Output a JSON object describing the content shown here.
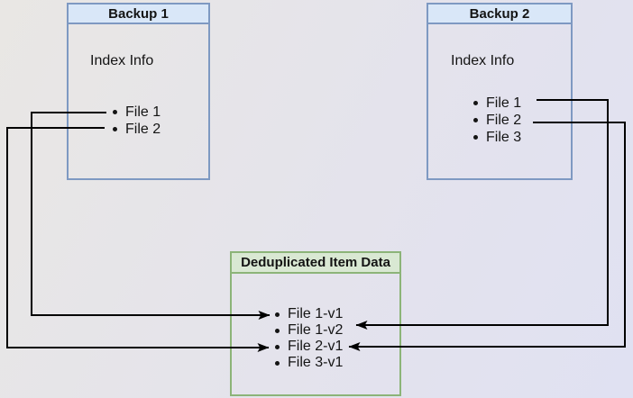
{
  "diagram": {
    "backup1": {
      "title": "Backup 1",
      "subtitle": "Index Info",
      "files": [
        "File 1",
        "File 2"
      ]
    },
    "backup2": {
      "title": "Backup 2",
      "subtitle": "Index Info",
      "files": [
        "File 1",
        "File 2",
        "File 3"
      ]
    },
    "dedup": {
      "title": "Deduplicated Item Data",
      "items": [
        "File 1-v1",
        "File 1-v2",
        "File 2-v1",
        "File 3-v1"
      ]
    },
    "connections": [
      {
        "from": "Backup 1 / File 1",
        "to": "Deduplicated Item Data / File 1-v1"
      },
      {
        "from": "Backup 1 / File 2",
        "to": "Deduplicated Item Data / File 2-v1"
      },
      {
        "from": "Backup 2 / File 1",
        "to": "Deduplicated Item Data / File 1-v2"
      },
      {
        "from": "Backup 2 / File 2",
        "to": "Deduplicated Item Data / File 2-v1"
      }
    ],
    "colors": {
      "backup_border": "#7e99c2",
      "backup_header_fill": "#d9e7f8",
      "dedup_border": "#8cb478",
      "dedup_header_fill": "#d9e8d3",
      "arrow": "#000000",
      "background_top_left": "#e9e7e4",
      "background_bottom_right": "#e0e1f2"
    }
  }
}
